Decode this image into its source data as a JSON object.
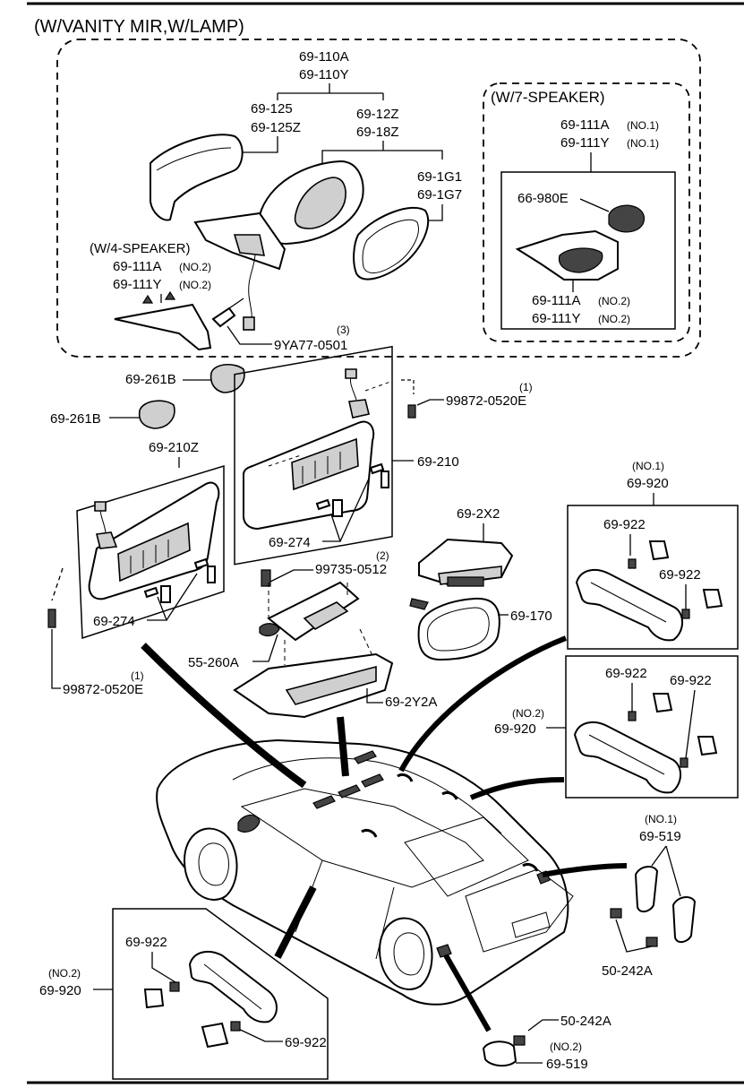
{
  "header": "(W/VANITY MIR,W/LAMP)",
  "groups": {
    "w7_speaker": "(W/7-SPEAKER)",
    "w4_speaker": "(W/4-SPEAKER)"
  },
  "labels": {
    "p69_110a": "69-110A",
    "p69_110y": "69-110Y",
    "p69_125": "69-125",
    "p69_125z": "69-125Z",
    "p69_12z": "69-12Z",
    "p69_18z": "69-18Z",
    "p69_1g1": "69-1G1",
    "p69_1g7": "69-1G7",
    "w7_111a": "69-111A",
    "w7_111a_no": "(NO.1)",
    "w7_111y": "69-111Y",
    "w7_111y_no": "(NO.1)",
    "p66_980e": "66-980E",
    "w7_111a2": "69-111A",
    "w7_111a2_no": "(NO.2)",
    "w7_111y2": "69-111Y",
    "w7_111y2_no": "(NO.2)",
    "w4_111a": "69-111A",
    "w4_111a_no": "(NO.2)",
    "w4_111y": "69-111Y",
    "w4_111y_no": "(NO.2)",
    "p9ya77": "9YA77-0501",
    "p9ya77_qty": "(3)",
    "p69_261b_a": "69-261B",
    "p69_261b_b": "69-261B",
    "p99872_a": "99872-0520E",
    "p99872_a_qty": "(1)",
    "p69_210z": "69-210Z",
    "p69_210": "69-210",
    "p69_274_a": "69-274",
    "p69_274_b": "69-274",
    "p99735": "99735-0512",
    "p99735_qty": "(2)",
    "p55_260a": "55-260A",
    "p69_2x2": "69-2X2",
    "p69_170": "69-170",
    "p69_2y2a": "69-2Y2A",
    "p99872_b": "99872-0520E",
    "p99872_b_qty": "(1)",
    "hg1_no": "(NO.1)",
    "hg1_920": "69-920",
    "hg1_922a": "69-922",
    "hg1_922b": "69-922",
    "hg2_no": "(NO.2)",
    "hg2_920": "69-920",
    "hg2_922a": "69-922",
    "hg2_922b": "69-922",
    "hg3_no": "(NO.2)",
    "hg3_920": "69-920",
    "hg3_922a": "69-922",
    "hg3_922b": "69-922",
    "c519_no1": "(NO.1)",
    "c519_1": "69-519",
    "c242_a": "50-242A",
    "c242_b": "50-242A",
    "c519_no2": "(NO.2)",
    "c519_2": "69-519"
  }
}
